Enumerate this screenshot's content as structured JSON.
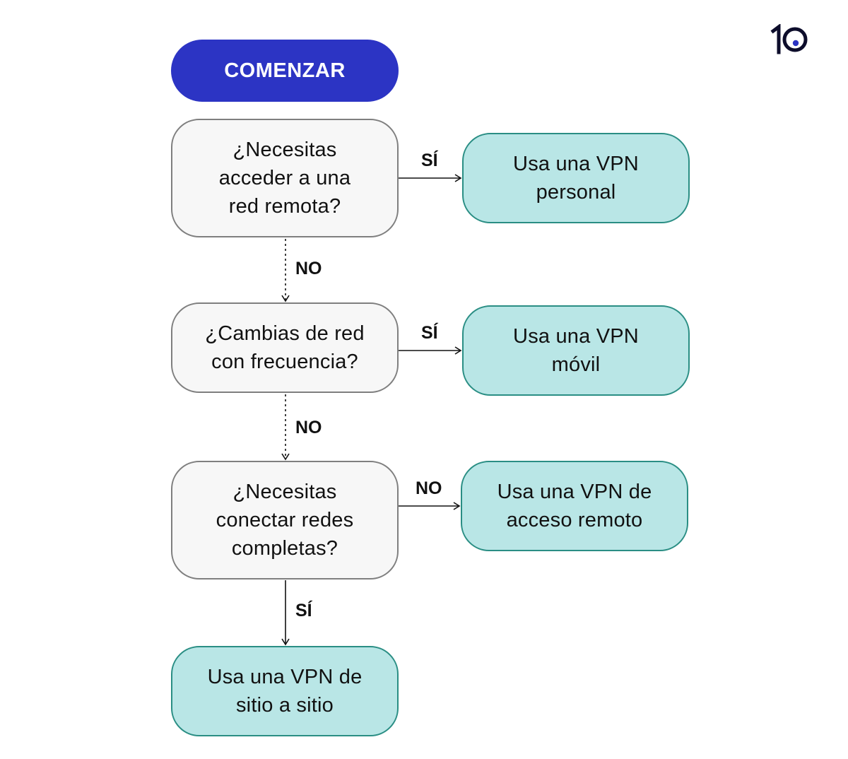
{
  "start": {
    "label": "COMENZAR"
  },
  "questions": [
    {
      "id": "q1",
      "text": "¿Necesitas\nacceder a una\nred remota?"
    },
    {
      "id": "q2",
      "text": "¿Cambias de red\ncon frecuencia?"
    },
    {
      "id": "q3",
      "text": "¿Necesitas\nconectar redes\ncompletas?"
    }
  ],
  "results": [
    {
      "id": "r1",
      "text": "Usa una VPN\npersonal"
    },
    {
      "id": "r2",
      "text": "Usa una VPN\nmóvil"
    },
    {
      "id": "r3",
      "text": "Usa una VPN de\nacceso remoto"
    },
    {
      "id": "r4",
      "text": "Usa una VPN de\nsitio a sitio"
    }
  ],
  "edges": {
    "q1_yes": "SÍ",
    "q1_no": "NO",
    "q2_yes": "SÍ",
    "q2_no": "NO",
    "q3_no": "NO",
    "q3_yes": "SÍ"
  },
  "logo": {
    "text": "10",
    "name": "brand-logo",
    "accent": "#2c34c4"
  },
  "colors": {
    "start_fill": "#2c34c4",
    "question_fill": "#f7f7f7",
    "question_border": "#7f7f7f",
    "result_fill": "#b9e6e6",
    "result_border": "#2a8e84"
  }
}
